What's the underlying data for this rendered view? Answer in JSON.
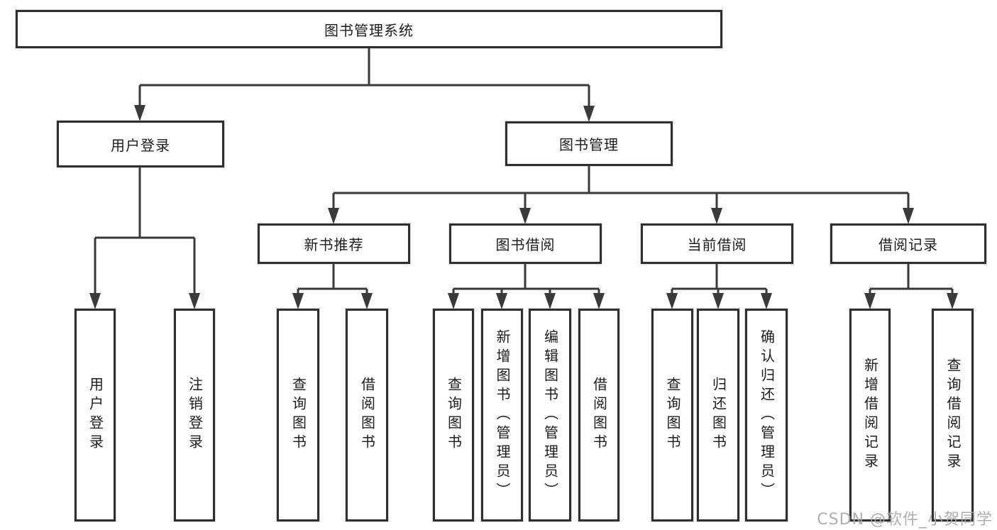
{
  "diagram": {
    "root": {
      "label": "图书管理系统"
    },
    "user_login": {
      "label": "用户登录",
      "children": [
        "用户登录",
        "注销登录"
      ]
    },
    "book_management": {
      "label": "图书管理"
    },
    "new_book_recommend": {
      "label": "新书推荐",
      "children": [
        "查询图书",
        "借阅图书"
      ]
    },
    "book_borrowing": {
      "label": "图书借阅",
      "children": [
        "查询图书",
        "新增图书（管理员）",
        "编辑图书（管理员）",
        "借阅图书"
      ]
    },
    "current_borrowing": {
      "label": "当前借阅",
      "children": [
        "查询图书",
        "归还图书",
        "确认归还（管理员）"
      ]
    },
    "borrowing_records": {
      "label": "借阅记录",
      "children": [
        "新增借阅记录",
        "查询借阅记录"
      ]
    },
    "watermark": "CSDN @软件_小贺同学",
    "colors": {
      "line": "#3a3a3a",
      "border": "#2f2f2f",
      "text": "#1c1c1c",
      "box_bg": "#ffffff",
      "watermark": "#a8a8a8"
    }
  }
}
